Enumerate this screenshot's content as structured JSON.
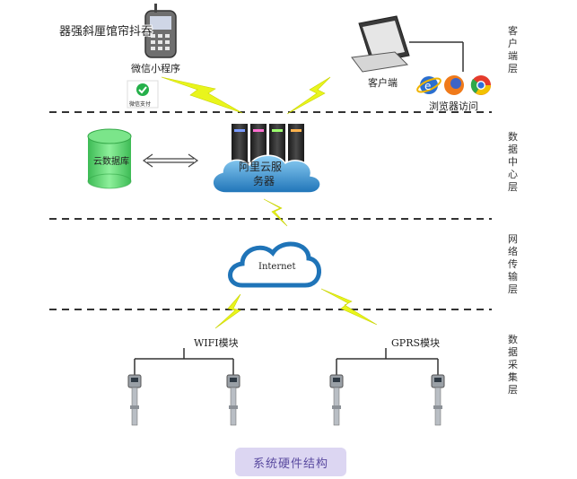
{
  "layers": {
    "client": "客户端层",
    "data_center": "数据中心层",
    "network": "网络传输层",
    "collection": "数据采集层"
  },
  "phone_overlay_text": "器强斜厘馆帘抖吞",
  "nodes": {
    "mini_program": "微信小程序",
    "wechat_pay": "微信支付",
    "client_pc": "客户端",
    "browser_access": "浏览器访问",
    "cloud_db": "云数据库",
    "aliyun_server": "阿里云服务器",
    "internet": "Internet",
    "wifi_module": "WIFI模块",
    "gprs_module": "GPRS模块"
  },
  "caption": "系统硬件结构",
  "colors": {
    "caption_bg": "#dcd6f2",
    "caption_text": "#5a4aa0",
    "lightning": "#e9f51c",
    "cloud": "#2f86c8",
    "db": "#56d26b",
    "divider": "#333333"
  }
}
